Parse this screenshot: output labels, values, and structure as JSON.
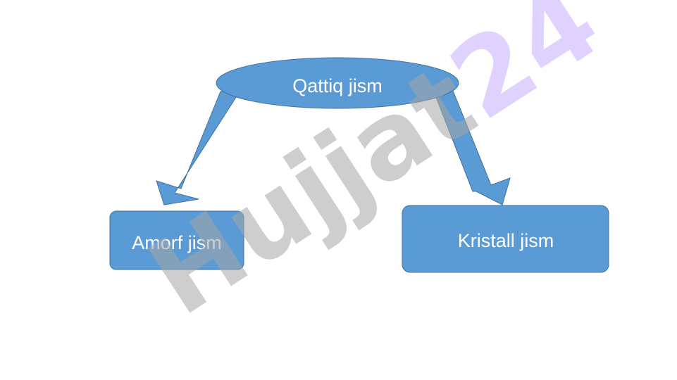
{
  "diagram": {
    "root": {
      "label": "Qattiq jism"
    },
    "children": [
      {
        "label": "Amorf jism"
      },
      {
        "label": "Kristall jism"
      }
    ]
  },
  "watermark": {
    "text": "Hujjat",
    "suffix": "24"
  },
  "colors": {
    "shape_fill": "#5b9bd5",
    "shape_stroke": "#41719c",
    "watermark_gray": "#c0c0c0",
    "watermark_violet": "#c9b3ff"
  }
}
